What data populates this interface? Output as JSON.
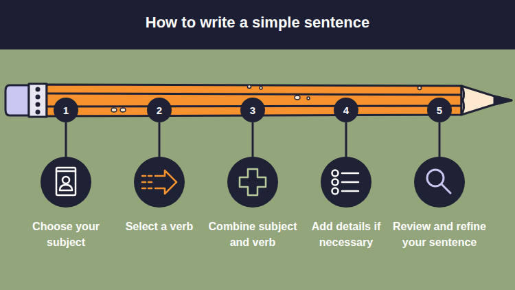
{
  "diagram": {
    "title": "How to write a simple sentence",
    "nodes": [
      {
        "text": [
          "1"
        ]
      },
      {
        "text": [
          "2"
        ]
      },
      {
        "text": [
          "3"
        ]
      },
      {
        "text": [
          "4"
        ]
      },
      {
        "text": [
          "5"
        ]
      },
      {
        "text": [
          "Choose your subject"
        ]
      },
      {
        "text": [
          "Select a verb"
        ]
      },
      {
        "text": [
          "Combine subject and verb"
        ]
      },
      {
        "text": [
          "Add details if necessary"
        ]
      },
      {
        "text": [
          "Review and refine your sentence"
        ]
      }
    ],
    "edges": [
      {
        "from": 0,
        "to": 5,
        "arrow": "none"
      },
      {
        "from": 1,
        "to": 6,
        "arrow": "none"
      },
      {
        "from": 2,
        "to": 7,
        "arrow": "none"
      },
      {
        "from": 3,
        "to": 8,
        "arrow": "none"
      },
      {
        "from": 4,
        "to": 9,
        "arrow": "none"
      }
    ]
  }
}
